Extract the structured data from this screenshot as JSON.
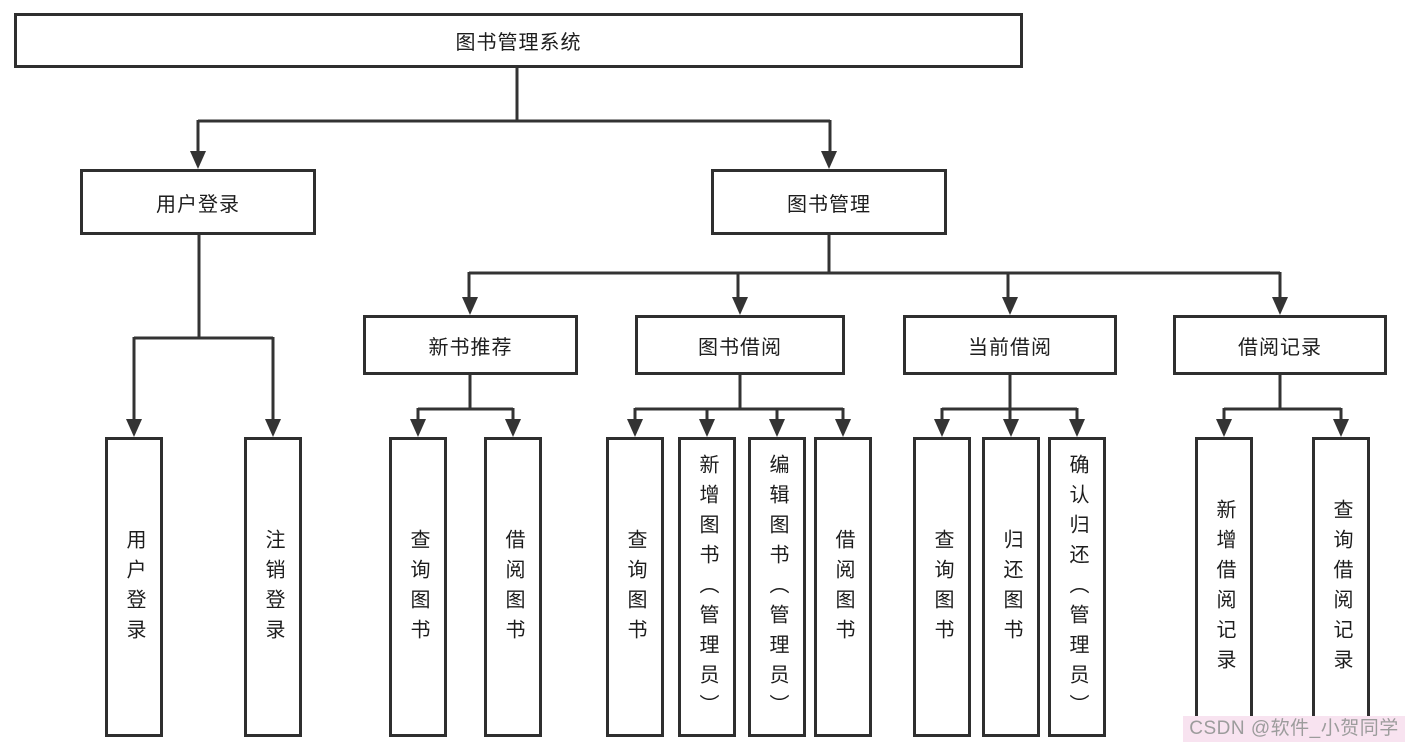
{
  "diagram": {
    "title": "图书管理系统",
    "level2": [
      {
        "label": "用户登录",
        "leaves": [
          "用户登录",
          "注销登录"
        ]
      },
      {
        "label": "图书管理",
        "groups": [
          {
            "label": "新书推荐",
            "leaves": [
              "查询图书",
              "借阅图书"
            ]
          },
          {
            "label": "图书借阅",
            "leaves": [
              "查询图书",
              "新增图书（管理员）",
              "编辑图书（管理员）",
              "借阅图书"
            ]
          },
          {
            "label": "当前借阅",
            "leaves": [
              "查询图书",
              "归还图书",
              "确认归还（管理员）"
            ]
          },
          {
            "label": "借阅记录",
            "leaves": [
              "新增借阅记录",
              "查询借阅记录"
            ]
          }
        ]
      }
    ]
  },
  "watermark": {
    "text": "CSDN @软件_小贺同学"
  },
  "colors": {
    "line": "#333333",
    "box_border": "#2f2f2f",
    "text": "#1d1d1d",
    "background": "#ffffff",
    "watermark_text": "#9c9c9c",
    "watermark_bg": "#f8e3f0"
  }
}
